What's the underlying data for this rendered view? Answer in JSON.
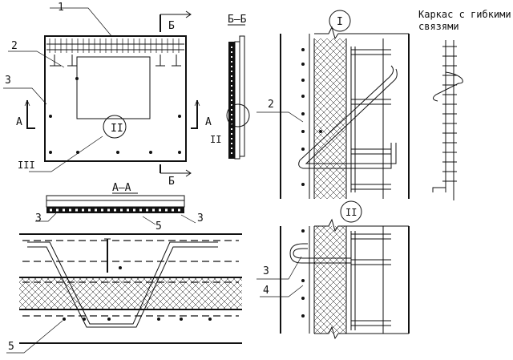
{
  "labels": {
    "callout_1": "1",
    "callout_2_left": "2",
    "callout_3_left": "3",
    "callout_III": "III",
    "section_A_left": "А",
    "section_A_right": "А",
    "section_B_top": "Б",
    "section_B_bottom": "Б",
    "detail_II_panel": "II",
    "section_BB_title": "Б–Б",
    "section_BB_II": "II",
    "section_AA_title": "А–А",
    "aa_callout_3_left": "3",
    "aa_callout_5": "5",
    "aa_callout_3_right": "3",
    "callout_5_bottom": "5",
    "detail_I_marker": "I",
    "detail_I_callout_2": "2",
    "detail_II_marker": "II",
    "detail_II_callout_3": "3",
    "detail_II_callout_4": "4",
    "frame_caption_line1": "Каркас с гибкими",
    "frame_caption_line2": "связями"
  },
  "colors": {
    "ink": "#111111",
    "background": "#ffffff"
  }
}
